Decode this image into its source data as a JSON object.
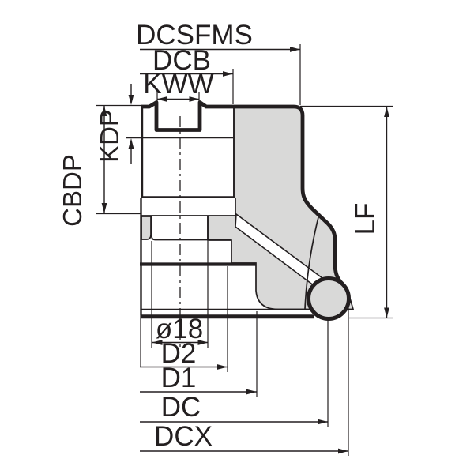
{
  "drawing": {
    "labels": {
      "dcsfms": "DCSFMS",
      "dcb": "DCB",
      "kww": "KWW",
      "kdp": "KDP",
      "cbdp": "CBDP",
      "lf": "LF",
      "bore_diameter": "ø18",
      "d2": "D2",
      "d1": "D1",
      "dc": "DC",
      "dcx": "DCX"
    },
    "colors": {
      "line": "#231f20",
      "body_fill": "#d9d9d8",
      "background": "#ffffff"
    }
  }
}
